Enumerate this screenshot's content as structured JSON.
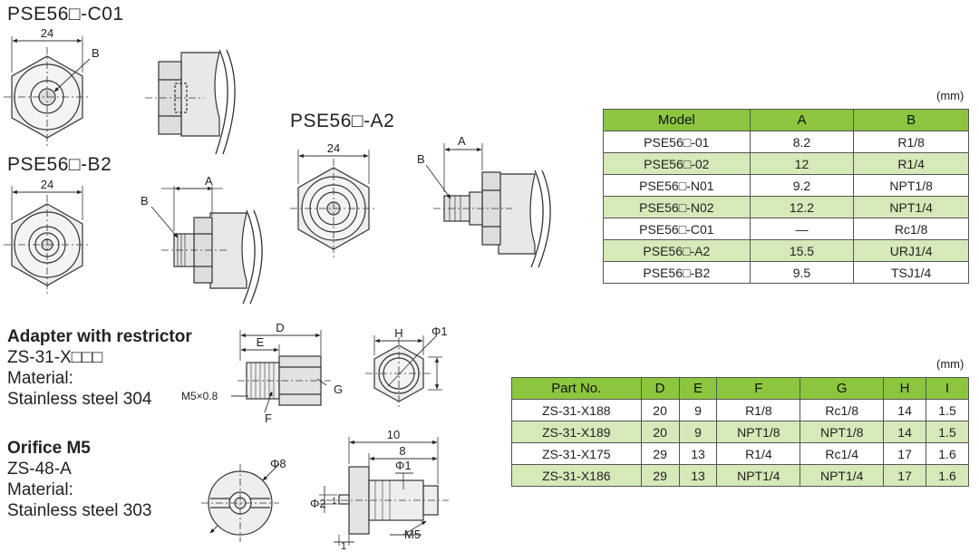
{
  "titles": {
    "c01": "PSE56□-C01",
    "b2": "PSE56□-B2",
    "a2": "PSE56□-A2"
  },
  "dims": {
    "c01_width": "24",
    "c01_b": "B",
    "b2_width": "24",
    "b2_a": "A",
    "b2_b": "B",
    "a2_width": "24",
    "a2_a": "A",
    "a2_b": "B",
    "adp_d": "D",
    "adp_e": "E",
    "adp_f": "F",
    "adp_g": "G",
    "adp_h": "H",
    "adp_phi1": "Φ1",
    "adp_m5": "M5×0.8",
    "orf_phi8": "Φ8",
    "orf_10": "10",
    "orf_8": "8",
    "orf_phi1": "Φ1",
    "orf_phi2": "Φ2",
    "orf_1a": "1",
    "orf_1b": "1",
    "orf_m5": "M5"
  },
  "adapter": {
    "heading": "Adapter with restrictor",
    "model": "ZS-31-X□□□",
    "material_label": "Material:",
    "material": "Stainless steel 304"
  },
  "orifice": {
    "heading": "Orifice M5",
    "model": "ZS-48-A",
    "material_label": "Material:",
    "material": "Stainless steel 303"
  },
  "table1": {
    "unit": "(mm)",
    "headers": [
      "Model",
      "A",
      "B"
    ],
    "rows": [
      [
        "PSE56□-01",
        "8.2",
        "R1/8"
      ],
      [
        "PSE56□-02",
        "12",
        "R1/4"
      ],
      [
        "PSE56□-N01",
        "9.2",
        "NPT1/8"
      ],
      [
        "PSE56□-N02",
        "12.2",
        "NPT1/4"
      ],
      [
        "PSE56□-C01",
        "—",
        "Rc1/8"
      ],
      [
        "PSE56□-A2",
        "15.5",
        "URJ1/4"
      ],
      [
        "PSE56□-B2",
        "9.5",
        "TSJ1/4"
      ]
    ]
  },
  "table2": {
    "unit": "(mm)",
    "headers": [
      "Part No.",
      "D",
      "E",
      "F",
      "G",
      "H",
      "I"
    ],
    "rows": [
      [
        "ZS-31-X188",
        "20",
        "9",
        "R1/8",
        "Rc1/8",
        "14",
        "1.5"
      ],
      [
        "ZS-31-X189",
        "20",
        "9",
        "NPT1/8",
        "NPT1/8",
        "14",
        "1.5"
      ],
      [
        "ZS-31-X175",
        "29",
        "13",
        "R1/4",
        "Rc1/4",
        "17",
        "1.6"
      ],
      [
        "ZS-31-X186",
        "29",
        "13",
        "NPT1/4",
        "NPT1/4",
        "17",
        "1.6"
      ]
    ]
  }
}
